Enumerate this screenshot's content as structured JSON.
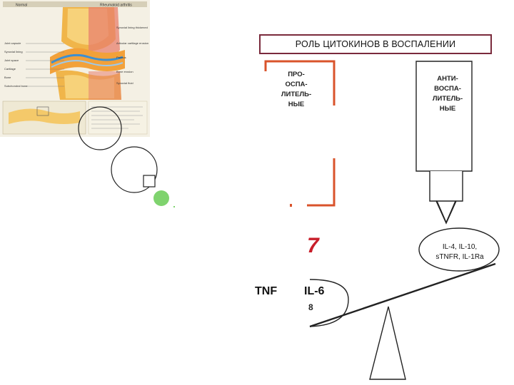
{
  "title": "РОЛЬ ЦИТОКИНОВ В ВОСПАЛЕНИИ",
  "pro_label": "ПРО-\nОСПА-\nЛИТЕЛЬ-\nНЫЕ",
  "anti_label": "АНТИ-\nВОСПА-\nЛИТЕЛЬ-\nНЫЕ",
  "anti_cytokines": "IL-4, IL-10,\nsTNFR, IL-1Ra",
  "pro_cytokines": {
    "tnf": "TNF",
    "il6": "IL-6",
    "il8": "8",
    "seven": "7"
  },
  "colors": {
    "title_border": "#7a2a3c",
    "pro_frame": "#d9532b",
    "seven": "#c81e2a",
    "dot": "#7fd36e"
  },
  "joint_image": {
    "col_left": "Normal",
    "col_right": "Rheumatoid arthritis",
    "labels_left": [
      "Joint capsule",
      "Synovial lining",
      "Joint space",
      "Cartilage",
      "Bone",
      "Subchondral bone"
    ],
    "labels_right": [
      "Synovial lining thickened",
      "Articular cartilage erosion",
      "Pannus",
      "Bone erosion",
      "Synovial fluid"
    ]
  }
}
